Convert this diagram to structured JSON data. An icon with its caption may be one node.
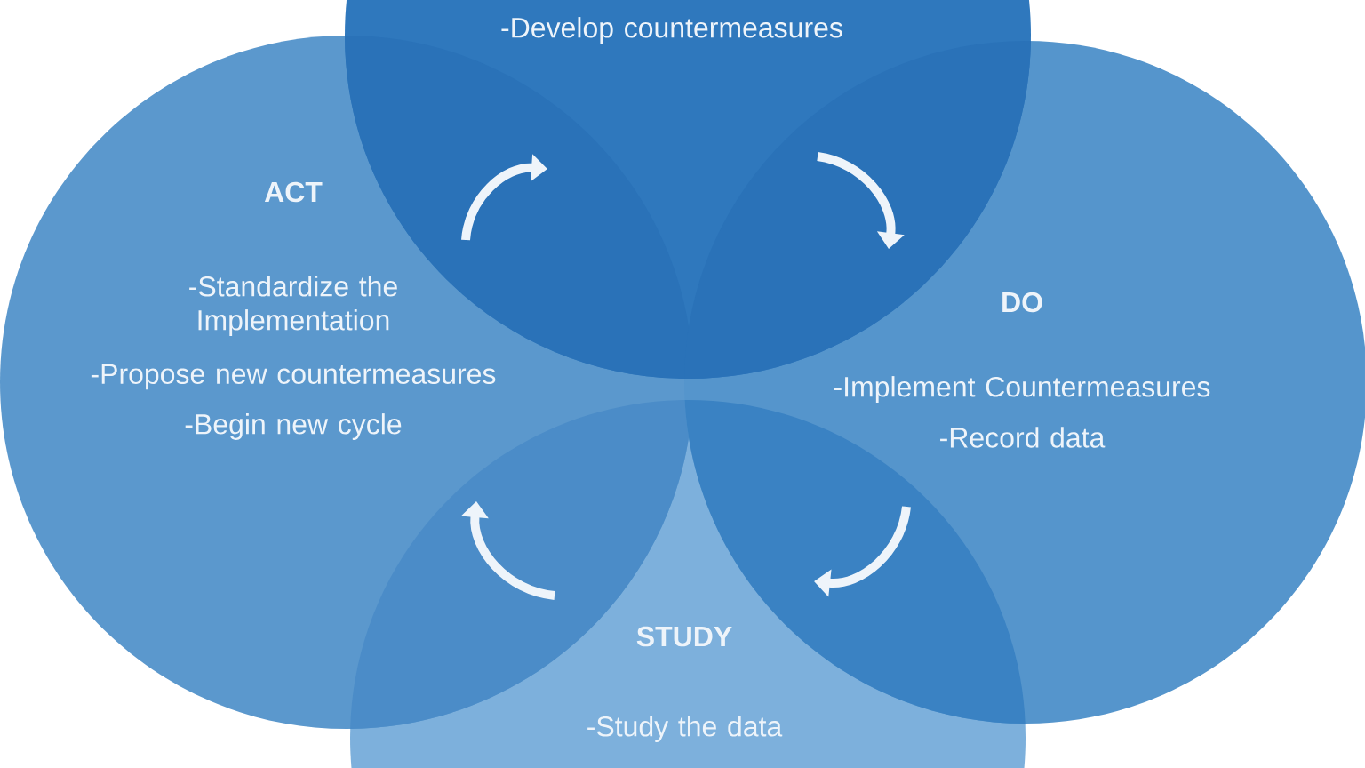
{
  "diagram": {
    "nodes": [
      {
        "text": [
          "-Develop countermeasures"
        ]
      },
      {
        "text": [
          "ACT",
          "-Standardize the Implementation",
          "-Propose new countermeasures",
          "-Begin new cycle"
        ]
      },
      {
        "text": [
          "DO",
          "-Implement Countermeasures",
          "-Record data"
        ]
      },
      {
        "text": [
          "STUDY",
          "-Study the data"
        ]
      }
    ],
    "edges": [
      {
        "from": 0,
        "to": 2,
        "arrow": "to"
      },
      {
        "from": 2,
        "to": 3,
        "arrow": "to"
      },
      {
        "from": 3,
        "to": 1,
        "arrow": "to"
      },
      {
        "from": 1,
        "to": 0,
        "arrow": "to"
      }
    ]
  }
}
